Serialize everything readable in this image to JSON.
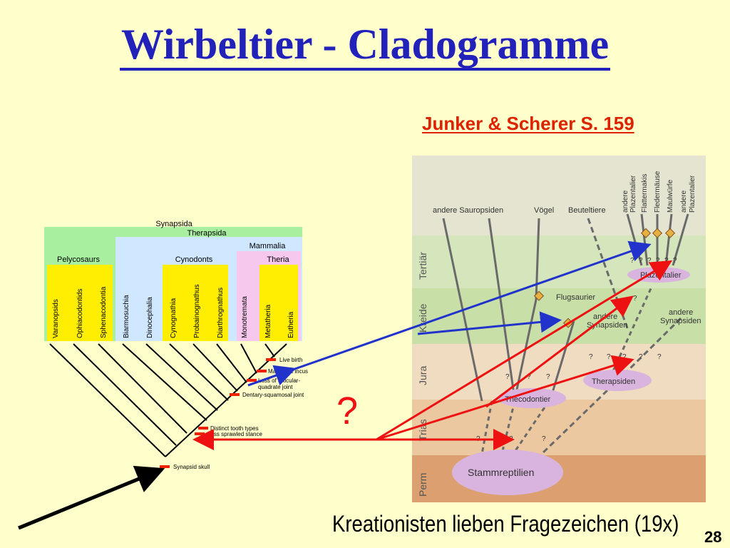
{
  "slide": {
    "title": "Wirbeltier - Cladogramme",
    "reference": "Junker & Scherer S. 159",
    "footer": "Kreationisten lieben Fragezeichen (19x)",
    "page_number": "28",
    "big_question": "?"
  },
  "cladogram": {
    "groups": {
      "synapsida": "Synapsida",
      "therapsida": "Therapsida",
      "mammalia": "Mammalia",
      "pelycosaurs": "Pelycosaurs",
      "cynodonts": "Cynodonts",
      "theria": "Theria"
    },
    "taxa": [
      "Varanopsids",
      "Ophiacodontids",
      "Sphenacodontia",
      "Biarmosuchia",
      "Dinocephalia",
      "Cynognathia",
      "Probainognathus",
      "Diarthrognathus",
      "Monotremata",
      "Metatheria",
      "Eutheria"
    ],
    "characters": {
      "live_birth": "Live birth",
      "malleus": "Malleus & incus",
      "loss1": "Loss of articular-",
      "loss2": "quadrate joint",
      "dentary": "Dentary-squamosal joint",
      "distinct": "Distinct tooth types",
      "sprawled": "Less sprawled stance",
      "synapsid_skull": "Synapsid skull"
    }
  },
  "tree": {
    "periods": [
      "Tertiär",
      "Kreide",
      "Jura",
      "Trias",
      "Perm"
    ],
    "top_labels": [
      "andere Sauropsiden",
      "Vögel",
      "Beuteltiere"
    ],
    "vertical_labels": [
      [
        "andere",
        "Plazentalier"
      ],
      [
        "Flattermakis"
      ],
      [
        "Fledermäuse"
      ],
      [
        "Maulwürfe"
      ],
      [
        "andere",
        "Plazentalier"
      ]
    ],
    "nodes": {
      "plazentalier": "Plazentalier",
      "flugsaurier": "Flugsaurier",
      "andere_synapsiden_1": [
        "andere",
        "Synapsiden"
      ],
      "andere_synapsiden_2": [
        "andere",
        "Synapsiden"
      ],
      "therapsiden": "Therapsiden",
      "thecodontier": "Thecodontier",
      "stammreptilien": "Stammreptilien"
    },
    "question": "?"
  }
}
